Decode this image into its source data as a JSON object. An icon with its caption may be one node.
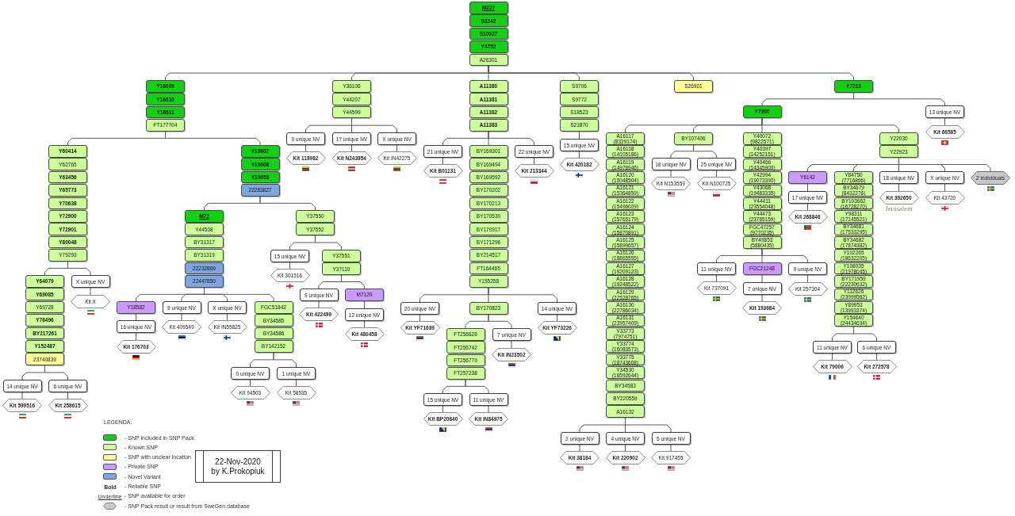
{
  "diagram": {
    "nodes": [
      {
        "text": [
          "M227"
        ]
      },
      {
        "text": [
          "S8242"
        ]
      },
      {
        "text": [
          "S10027"
        ]
      },
      {
        "text": [
          "Y4752"
        ]
      },
      {
        "text": [
          "A26301"
        ]
      },
      {
        "text": [
          "Y16609"
        ]
      },
      {
        "text": [
          "Y16610"
        ]
      },
      {
        "text": [
          "Y16611"
        ]
      },
      {
        "text": [
          "FT177704"
        ]
      },
      {
        "text": [
          "Y60414"
        ]
      },
      {
        "text": [
          "Y62765"
        ]
      },
      {
        "text": [
          "Y63456"
        ]
      },
      {
        "text": [
          "Y65773"
        ]
      },
      {
        "text": [
          "Y70638"
        ]
      },
      {
        "text": [
          "Y72900"
        ]
      },
      {
        "text": [
          "Y72901"
        ]
      },
      {
        "text": [
          "Y80048"
        ]
      },
      {
        "text": [
          "Y79293"
        ]
      },
      {
        "text": [
          "Y64079"
        ]
      },
      {
        "text": [
          "Y69085"
        ]
      },
      {
        "text": [
          "Y69728"
        ]
      },
      {
        "text": [
          "Y76496"
        ]
      },
      {
        "text": [
          "BY217261"
        ]
      },
      {
        "text": [
          "Y152487"
        ]
      },
      {
        "text": [
          "23740839"
        ]
      },
      {
        "text": [
          "14 unique NV"
        ]
      },
      {
        "text": [
          "Kit 599516"
        ]
      },
      {
        "text": [
          "6 unique NV"
        ]
      },
      {
        "text": [
          "Kit 258615"
        ]
      },
      {
        "text": [
          "X unique NV"
        ]
      },
      {
        "text": [
          "Kit X"
        ]
      },
      {
        "text": [
          "Y16607"
        ]
      },
      {
        "text": [
          "Y16608"
        ]
      },
      {
        "text": [
          "Y19653"
        ]
      },
      {
        "text": [
          "22283827"
        ]
      },
      {
        "text": [
          "M72"
        ]
      },
      {
        "text": [
          "Y44508"
        ]
      },
      {
        "text": [
          "BY31317"
        ]
      },
      {
        "text": [
          "BY31319"
        ]
      },
      {
        "text": [
          "22232869"
        ]
      },
      {
        "text": [
          "22447850"
        ]
      },
      {
        "text": [
          "Y18582"
        ]
      },
      {
        "text": [
          "16 unique NV"
        ]
      },
      {
        "text": [
          "Kit 176703"
        ]
      },
      {
        "text": [
          "9 unique NV"
        ]
      },
      {
        "text": [
          "Kit 409549"
        ]
      },
      {
        "text": [
          "X unique NV"
        ]
      },
      {
        "text": [
          "Kit IN55825"
        ]
      },
      {
        "text": [
          "FGC51842"
        ]
      },
      {
        "text": [
          "BY34585"
        ]
      },
      {
        "text": [
          "BY34586"
        ]
      },
      {
        "text": [
          "BY142152"
        ]
      },
      {
        "text": [
          "0 unique NV"
        ]
      },
      {
        "text": [
          "Kit 94503"
        ]
      },
      {
        "text": [
          "1 unique NV"
        ]
      },
      {
        "text": [
          "Kit 58535"
        ]
      },
      {
        "text": [
          "Y37550"
        ]
      },
      {
        "text": [
          "Y37552"
        ]
      },
      {
        "text": [
          "15 unique NV"
        ]
      },
      {
        "text": [
          "Kit 301516"
        ]
      },
      {
        "text": [
          "Y37551"
        ]
      },
      {
        "text": [
          "Y37110"
        ]
      },
      {
        "text": [
          "9 unique NV"
        ]
      },
      {
        "text": [
          "Kit 422499"
        ]
      },
      {
        "text": [
          "M7120"
        ]
      },
      {
        "text": [
          "12 unique NV"
        ]
      },
      {
        "text": [
          "Kit 480458"
        ]
      },
      {
        "text": [
          "Y36106"
        ]
      },
      {
        "text": [
          "Y44207"
        ]
      },
      {
        "text": [
          "Y44599"
        ]
      },
      {
        "text": [
          "9 unique NV"
        ]
      },
      {
        "text": [
          "Kit 118982"
        ]
      },
      {
        "text": [
          "17 unique NV"
        ]
      },
      {
        "text": [
          "Kit N243854"
        ]
      },
      {
        "text": [
          "X unique NV"
        ]
      },
      {
        "text": [
          "Kit IN42275"
        ]
      },
      {
        "text": [
          "A11380"
        ]
      },
      {
        "text": [
          "A11381"
        ]
      },
      {
        "text": [
          "A11382"
        ]
      },
      {
        "text": [
          "A11383"
        ]
      },
      {
        "text": [
          "21 unique NV"
        ]
      },
      {
        "text": [
          "Kit B01131"
        ]
      },
      {
        "text": [
          "BY169301"
        ]
      },
      {
        "text": [
          "BY169494"
        ]
      },
      {
        "text": [
          "BY169592"
        ]
      },
      {
        "text": [
          "BY170202"
        ]
      },
      {
        "text": [
          "BY170213"
        ]
      },
      {
        "text": [
          "BY170530"
        ]
      },
      {
        "text": [
          "BY170917"
        ]
      },
      {
        "text": [
          "BY171296"
        ]
      },
      {
        "text": [
          "BY214517"
        ]
      },
      {
        "text": [
          "FT164465"
        ]
      },
      {
        "text": [
          "Y155258"
        ]
      },
      {
        "text": [
          "20 unique NV"
        ]
      },
      {
        "text": [
          "Kit YF71639"
        ]
      },
      {
        "text": [
          "BY170823"
        ]
      },
      {
        "text": [
          "FT256626"
        ]
      },
      {
        "text": [
          "FT256742"
        ]
      },
      {
        "text": [
          "FT256779"
        ]
      },
      {
        "text": [
          "FT257238"
        ]
      },
      {
        "text": [
          "15 unique NV"
        ]
      },
      {
        "text": [
          "Kit BP20840"
        ]
      },
      {
        "text": [
          "11 unique NV"
        ]
      },
      {
        "text": [
          "Kit IN84975"
        ]
      },
      {
        "text": [
          "7 unique NV"
        ]
      },
      {
        "text": [
          "Kit IN23502"
        ]
      },
      {
        "text": [
          "14 unique NV"
        ]
      },
      {
        "text": [
          "Kit YF73226"
        ]
      },
      {
        "text": [
          "22 unique NV"
        ]
      },
      {
        "text": [
          "Kit 213344"
        ]
      },
      {
        "text": [
          "S9706"
        ]
      },
      {
        "text": [
          "S9772"
        ]
      },
      {
        "text": [
          "S18523"
        ]
      },
      {
        "text": [
          "S21870"
        ]
      },
      {
        "text": [
          "15 unique NV"
        ]
      },
      {
        "text": [
          "Kit 420182"
        ]
      },
      {
        "text": [
          "S26901"
        ]
      },
      {
        "text": [
          "Y7213"
        ]
      },
      {
        "text": [
          "Y7305"
        ]
      },
      {
        "text": [
          "A16117 (8329174)"
        ]
      },
      {
        "text": [
          "A16118 (14105186)"
        ]
      },
      {
        "text": [
          "A16119 (14978946)"
        ]
      },
      {
        "text": [
          "A16120 (15048504)"
        ]
      },
      {
        "text": [
          "A16121 (15364859)"
        ]
      },
      {
        "text": [
          "A16122 (15496009)"
        ]
      },
      {
        "text": [
          "A16123 (15765179)"
        ]
      },
      {
        "text": [
          "A16124 (15870891)"
        ]
      },
      {
        "text": [
          "A16125 (15899657)"
        ]
      },
      {
        "text": [
          "A16126 (18865555)"
        ]
      },
      {
        "text": [
          "A16127 (19209123)"
        ]
      },
      {
        "text": [
          "A16128 (19248522)"
        ]
      },
      {
        "text": [
          "A16129 (22528765)"
        ]
      },
      {
        "text": [
          "A16130 (22786034)"
        ]
      },
      {
        "text": [
          "A16131 (23957409)"
        ]
      },
      {
        "text": [
          "Y33773 (7974751)"
        ]
      },
      {
        "text": [
          "Y33774 (16083573)"
        ]
      },
      {
        "text": [
          "Y33775 (18743608)"
        ]
      },
      {
        "text": [
          "Y34530 (18592644)"
        ]
      },
      {
        "text": [
          "BY34583"
        ]
      },
      {
        "text": [
          "BY220559"
        ]
      },
      {
        "text": [
          "A16132"
        ]
      },
      {
        "text": [
          "2 unique NV"
        ]
      },
      {
        "text": [
          "Kit 38184"
        ]
      },
      {
        "text": [
          "4 unique NV"
        ]
      },
      {
        "text": [
          "Kit 220902"
        ]
      },
      {
        "text": [
          "5 unique NV"
        ]
      },
      {
        "text": [
          "Kit 917455"
        ]
      },
      {
        "text": [
          "BY107406"
        ]
      },
      {
        "text": [
          "18 unique NV"
        ]
      },
      {
        "text": [
          "Kit N153559"
        ]
      },
      {
        "text": [
          "25 unique NV"
        ]
      },
      {
        "text": [
          "Kit N100725"
        ]
      },
      {
        "text": [
          "Y40072 (9822571)"
        ]
      },
      {
        "text": [
          "Y40397 (14252151)"
        ]
      },
      {
        "text": [
          "Y40466 (14345900)"
        ]
      },
      {
        "text": [
          "Y42994 (19073390)"
        ]
      },
      {
        "text": [
          "Y43068 (19483335)"
        ]
      },
      {
        "text": [
          "Y44411 (23554048)"
        ]
      },
      {
        "text": [
          "Y44473 (23765159)"
        ]
      },
      {
        "text": [
          "FGC47257 (9770235)"
        ]
      },
      {
        "text": [
          "BY49853 (5880435)"
        ]
      },
      {
        "text": [
          "11 unique NV"
        ]
      },
      {
        "text": [
          "Kit 737091"
        ]
      },
      {
        "text": [
          "FGC21248"
        ]
      },
      {
        "text": [
          "7 unique NV"
        ]
      },
      {
        "text": [
          "Kit 193684"
        ]
      },
      {
        "text": [
          "9 unique NV"
        ]
      },
      {
        "text": [
          "Kit 257304"
        ]
      },
      {
        "text": [
          "Y22030"
        ]
      },
      {
        "text": [
          "Y22923"
        ]
      },
      {
        "text": [
          "Y6142"
        ]
      },
      {
        "text": [
          "17 unique NV"
        ]
      },
      {
        "text": [
          "Kit 268846"
        ]
      },
      {
        "text": [
          "Y84750 (7716866)"
        ]
      },
      {
        "text": [
          "BY34679 (8432276)"
        ]
      },
      {
        "text": [
          "BY103662 (16728270)"
        ]
      },
      {
        "text": [
          "Y98311 (17145521)"
        ]
      },
      {
        "text": [
          "BY34681 (17533295)"
        ]
      },
      {
        "text": [
          "BY34682 (17874382)"
        ]
      },
      {
        "text": [
          "Y102265 (18632205)"
        ]
      },
      {
        "text": [
          "Y108035 (21978045)"
        ]
      },
      {
        "text": [
          "BY171959 (22230632)"
        ]
      },
      {
        "text": [
          "Y112626 (23999562)"
        ]
      },
      {
        "text": [
          "Y89953 (13993374)"
        ]
      },
      {
        "text": [
          "Y154640 (24434634)"
        ]
      },
      {
        "text": [
          "11 unique NV"
        ]
      },
      {
        "text": [
          "Kit 79006"
        ]
      },
      {
        "text": [
          "6 unique NV"
        ]
      },
      {
        "text": [
          "Kit 272578"
        ]
      },
      {
        "text": [
          "18 unique NV"
        ]
      },
      {
        "text": [
          "Kit 392650"
        ],
        "beside": [
          "Jerusalem"
        ]
      },
      {
        "text": [
          "X unique NV"
        ]
      },
      {
        "text": [
          "Kit 43720"
        ]
      },
      {
        "text": [
          "2 individuals"
        ]
      },
      {
        "text": [
          "13 unique NV"
        ]
      },
      {
        "text": [
          "Kit 66585"
        ]
      },
      {
        "text": [
          "22-Nov-2020 by K.Prokopiuk"
        ]
      }
    ],
    "edges": [
      {
        "from": 4,
        "to": 5,
        "arrow": "none"
      },
      {
        "from": 8,
        "to": 9,
        "arrow": "none"
      },
      {
        "from": 17,
        "to": 18,
        "arrow": "none"
      },
      {
        "from": 24,
        "to": 25,
        "arrow": "none"
      },
      {
        "from": 25,
        "to": 26,
        "arrow": "none"
      },
      {
        "from": 24,
        "to": 27,
        "arrow": "none"
      },
      {
        "from": 27,
        "to": 28,
        "arrow": "none"
      },
      {
        "from": 17,
        "to": 29,
        "arrow": "none"
      },
      {
        "from": 29,
        "to": 30,
        "arrow": "none"
      },
      {
        "from": 8,
        "to": 31,
        "arrow": "none"
      },
      {
        "from": 34,
        "to": 35,
        "arrow": "none"
      },
      {
        "from": 40,
        "to": 41,
        "arrow": "none"
      },
      {
        "from": 41,
        "to": 42,
        "arrow": "none"
      },
      {
        "from": 42,
        "to": 43,
        "arrow": "none"
      },
      {
        "from": 40,
        "to": 44,
        "arrow": "none"
      },
      {
        "from": 44,
        "to": 45,
        "arrow": "none"
      },
      {
        "from": 40,
        "to": 46,
        "arrow": "none"
      },
      {
        "from": 46,
        "to": 47,
        "arrow": "none"
      },
      {
        "from": 40,
        "to": 48,
        "arrow": "none"
      },
      {
        "from": 51,
        "to": 52,
        "arrow": "none"
      },
      {
        "from": 52,
        "to": 53,
        "arrow": "none"
      },
      {
        "from": 51,
        "to": 54,
        "arrow": "none"
      },
      {
        "from": 54,
        "to": 55,
        "arrow": "none"
      },
      {
        "from": 34,
        "to": 56,
        "arrow": "none"
      },
      {
        "from": 57,
        "to": 58,
        "arrow": "none"
      },
      {
        "from": 58,
        "to": 59,
        "arrow": "none"
      },
      {
        "from": 57,
        "to": 60,
        "arrow": "none"
      },
      {
        "from": 61,
        "to": 62,
        "arrow": "none"
      },
      {
        "from": 62,
        "to": 63,
        "arrow": "none"
      },
      {
        "from": 61,
        "to": 64,
        "arrow": "none"
      },
      {
        "from": 64,
        "to": 65,
        "arrow": "none"
      },
      {
        "from": 65,
        "to": 66,
        "arrow": "none"
      },
      {
        "from": 4,
        "to": 67,
        "arrow": "none"
      },
      {
        "from": 69,
        "to": 70,
        "arrow": "none"
      },
      {
        "from": 70,
        "to": 71,
        "arrow": "none"
      },
      {
        "from": 69,
        "to": 72,
        "arrow": "none"
      },
      {
        "from": 72,
        "to": 73,
        "arrow": "none"
      },
      {
        "from": 69,
        "to": 74,
        "arrow": "none"
      },
      {
        "from": 74,
        "to": 75,
        "arrow": "none"
      },
      {
        "from": 4,
        "to": 76,
        "arrow": "none"
      },
      {
        "from": 79,
        "to": 80,
        "arrow": "none"
      },
      {
        "from": 80,
        "to": 81,
        "arrow": "none"
      },
      {
        "from": 79,
        "to": 82,
        "arrow": "none"
      },
      {
        "from": 92,
        "to": 93,
        "arrow": "none"
      },
      {
        "from": 93,
        "to": 94,
        "arrow": "none"
      },
      {
        "from": 92,
        "to": 95,
        "arrow": "none"
      },
      {
        "from": 95,
        "to": 96,
        "arrow": "none"
      },
      {
        "from": 99,
        "to": 100,
        "arrow": "none"
      },
      {
        "from": 100,
        "to": 101,
        "arrow": "none"
      },
      {
        "from": 99,
        "to": 102,
        "arrow": "none"
      },
      {
        "from": 102,
        "to": 103,
        "arrow": "none"
      },
      {
        "from": 95,
        "to": 104,
        "arrow": "none"
      },
      {
        "from": 104,
        "to": 105,
        "arrow": "none"
      },
      {
        "from": 92,
        "to": 106,
        "arrow": "none"
      },
      {
        "from": 106,
        "to": 107,
        "arrow": "none"
      },
      {
        "from": 79,
        "to": 108,
        "arrow": "none"
      },
      {
        "from": 108,
        "to": 109,
        "arrow": "none"
      },
      {
        "from": 4,
        "to": 110,
        "arrow": "none"
      },
      {
        "from": 113,
        "to": 114,
        "arrow": "none"
      },
      {
        "from": 114,
        "to": 115,
        "arrow": "none"
      },
      {
        "from": 4,
        "to": 116,
        "arrow": "none"
      },
      {
        "from": 4,
        "to": 117,
        "arrow": "none"
      },
      {
        "from": 117,
        "to": 118,
        "arrow": "none"
      },
      {
        "from": 118,
        "to": 119,
        "arrow": "none"
      },
      {
        "from": 140,
        "to": 141,
        "arrow": "none"
      },
      {
        "from": 141,
        "to": 142,
        "arrow": "none"
      },
      {
        "from": 140,
        "to": 143,
        "arrow": "none"
      },
      {
        "from": 143,
        "to": 144,
        "arrow": "none"
      },
      {
        "from": 140,
        "to": 145,
        "arrow": "none"
      },
      {
        "from": 145,
        "to": 146,
        "arrow": "none"
      },
      {
        "from": 118,
        "to": 147,
        "arrow": "none"
      },
      {
        "from": 147,
        "to": 148,
        "arrow": "none"
      },
      {
        "from": 148,
        "to": 149,
        "arrow": "none"
      },
      {
        "from": 147,
        "to": 150,
        "arrow": "none"
      },
      {
        "from": 150,
        "to": 151,
        "arrow": "none"
      },
      {
        "from": 118,
        "to": 152,
        "arrow": "none"
      },
      {
        "from": 160,
        "to": 161,
        "arrow": "none"
      },
      {
        "from": 161,
        "to": 162,
        "arrow": "none"
      },
      {
        "from": 160,
        "to": 163,
        "arrow": "none"
      },
      {
        "from": 163,
        "to": 164,
        "arrow": "none"
      },
      {
        "from": 164,
        "to": 165,
        "arrow": "none"
      },
      {
        "from": 160,
        "to": 166,
        "arrow": "none"
      },
      {
        "from": 166,
        "to": 167,
        "arrow": "none"
      },
      {
        "from": 118,
        "to": 168,
        "arrow": "none"
      },
      {
        "from": 169,
        "to": 170,
        "arrow": "none"
      },
      {
        "from": 170,
        "to": 171,
        "arrow": "none"
      },
      {
        "from": 171,
        "to": 172,
        "arrow": "none"
      },
      {
        "from": 169,
        "to": 173,
        "arrow": "none"
      },
      {
        "from": 184,
        "to": 185,
        "arrow": "none"
      },
      {
        "from": 185,
        "to": 186,
        "arrow": "none"
      },
      {
        "from": 184,
        "to": 187,
        "arrow": "none"
      },
      {
        "from": 187,
        "to": 188,
        "arrow": "none"
      },
      {
        "from": 169,
        "to": 189,
        "arrow": "none"
      },
      {
        "from": 189,
        "to": 190,
        "arrow": "none"
      },
      {
        "from": 169,
        "to": 191,
        "arrow": "none"
      },
      {
        "from": 191,
        "to": 192,
        "arrow": "none"
      },
      {
        "from": 169,
        "to": 193,
        "arrow": "none"
      },
      {
        "from": 117,
        "to": 194,
        "arrow": "none"
      },
      {
        "from": 194,
        "to": 195,
        "arrow": "none"
      }
    ],
    "labels": [
      "LEGENDA:",
      "Bold",
      "Underline"
    ],
    "legend": [
      {
        "text": "- SNP included in SNP Pack",
        "color": "#14d014"
      },
      {
        "text": "- Known SNP",
        "color": "#ccff99"
      },
      {
        "text": "- SNP with unclear location",
        "color": "#ffff99"
      },
      {
        "text": "- Private SNP",
        "color": "#cc99ff"
      },
      {
        "text": "- Novel Variant",
        "color": "#7ea6e0"
      },
      {
        "text": "- Reliable SNP"
      },
      {
        "text": "- SNP available for order"
      },
      {
        "text": "- SNP Pack result or result from SweGen database"
      }
    ]
  }
}
